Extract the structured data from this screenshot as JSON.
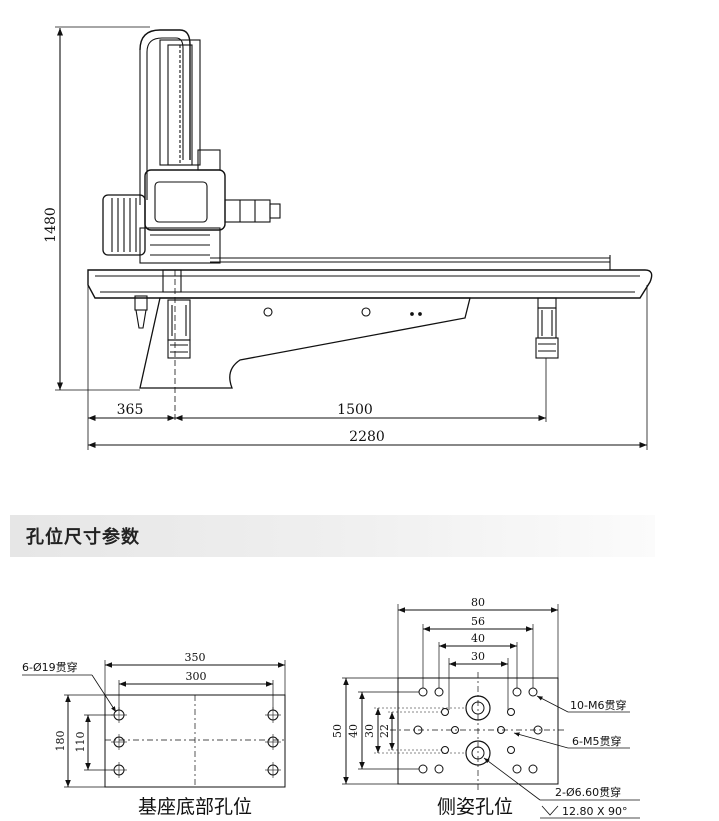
{
  "section": {
    "title": "孔位尺寸参数"
  },
  "top_view": {
    "height_dim": "1480",
    "dim_left": "365",
    "dim_span": "1500",
    "dim_total": "2280"
  },
  "base_holes": {
    "caption": "基座底部孔位",
    "width_outer": "350",
    "width_inner": "300",
    "height_outer": "180",
    "height_inner": "110",
    "hole_note": "6-Ø19贯穿"
  },
  "side_holes": {
    "caption": "侧姿孔位",
    "w80": "80",
    "w56": "56",
    "w40": "40",
    "w30": "30",
    "h50": "50",
    "h40": "40",
    "h30": "30",
    "h22": "22",
    "note_m6": "10-M6贯穿",
    "note_m5": "6-M5贯穿",
    "note_phi": "2-Ø6.60贯穿",
    "note_cs": "12.80 X 90°"
  }
}
